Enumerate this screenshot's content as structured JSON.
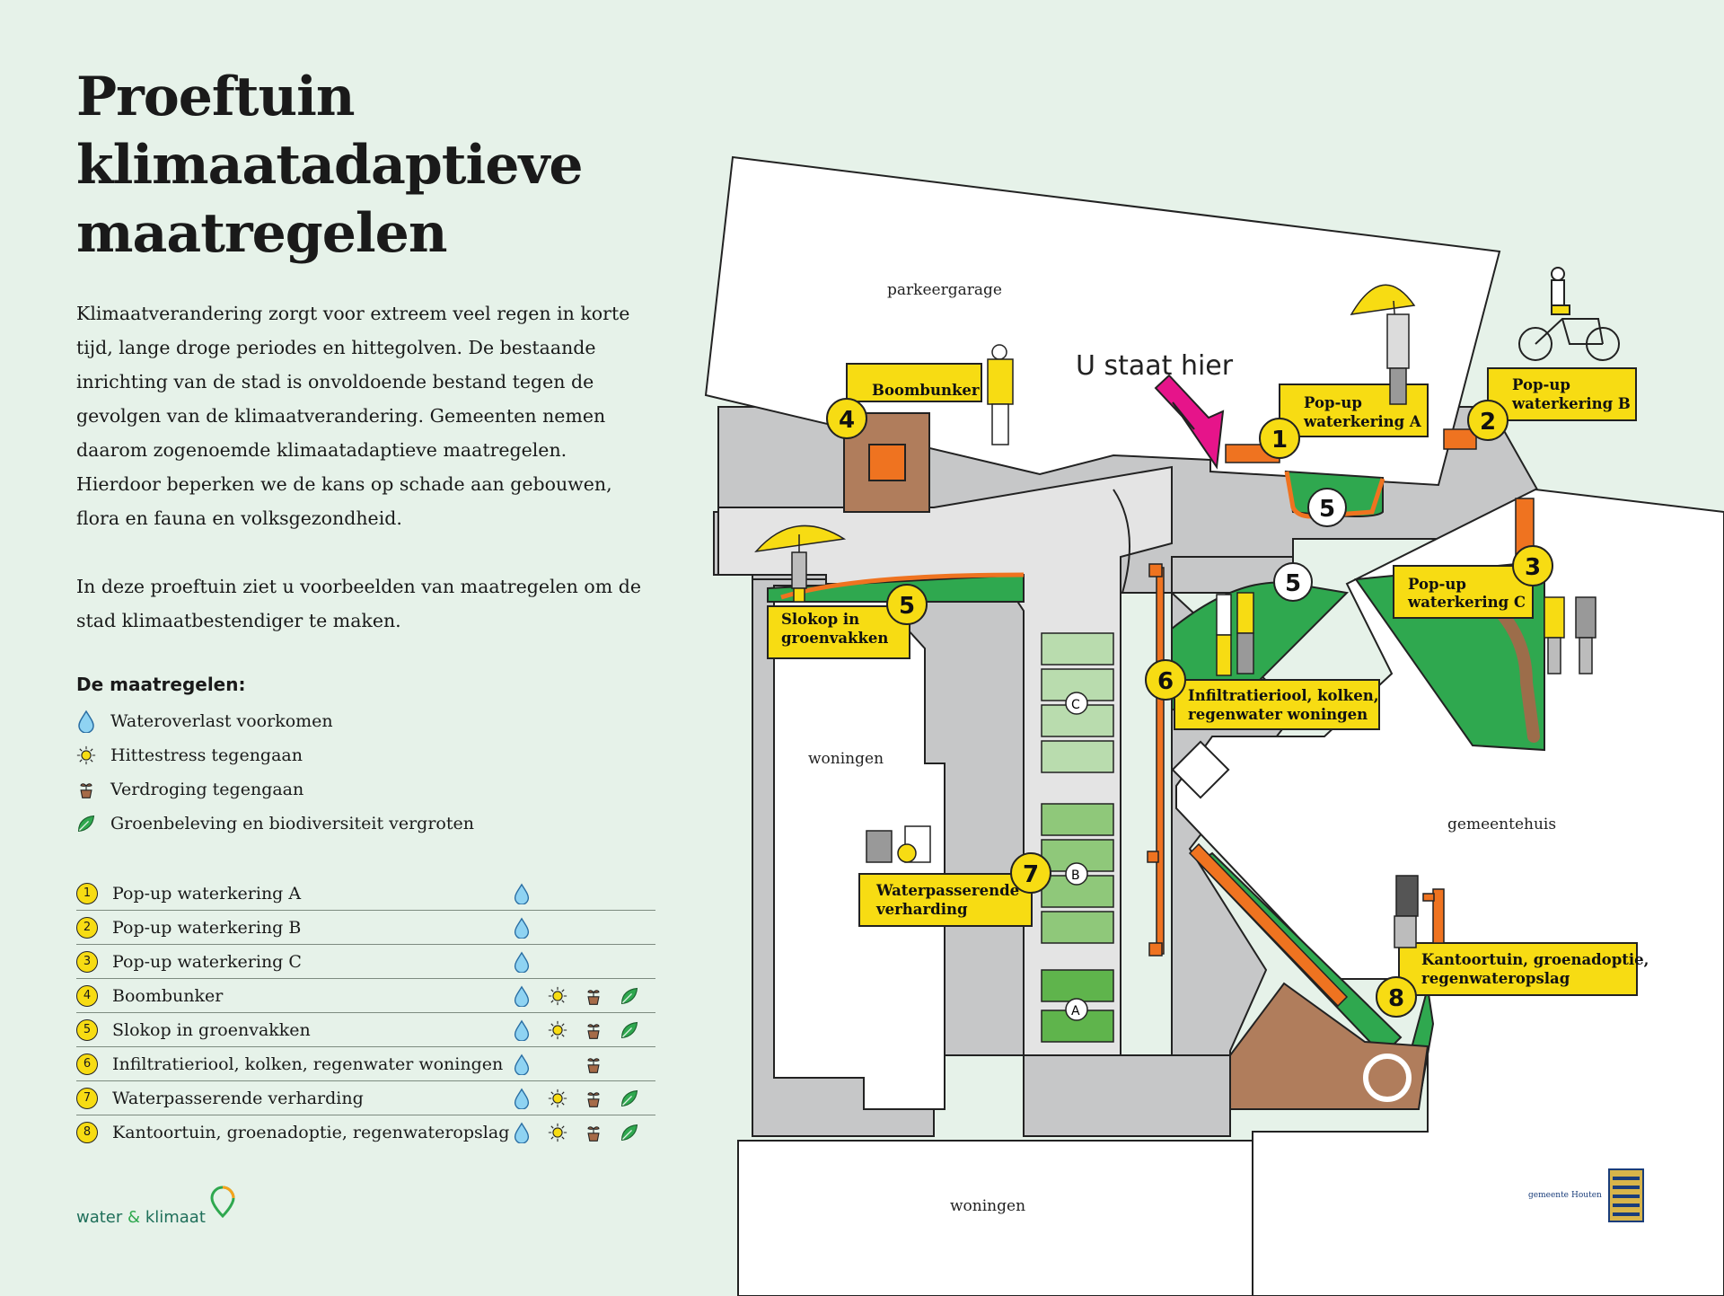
{
  "title_line1": "Proeftuin klimaatadaptieve",
  "title_line2": "maatregelen",
  "intro": [
    "Klimaatverandering zorgt voor extreem veel regen in korte tijd, lange droge periodes en hittegolven. De bestaande inrichting van de stad is onvoldoende bestand tegen de gevolgen van de klimaatverandering. Gemeenten nemen daarom zogenoemde klimaatadaptieve maatregelen. Hierdoor beperken we de kans op schade aan gebouwen, flora en fauna en volksgezondheid.",
    "In deze proeftuin ziet u voorbeelden van maatregelen om de stad klimaatbestendiger te maken."
  ],
  "legend_title": "De maatregelen:",
  "categories": [
    {
      "icon": "water-drop-icon",
      "label": "Wateroverlast voorkomen"
    },
    {
      "icon": "sun-icon",
      "label": "Hittestress tegengaan"
    },
    {
      "icon": "plant-pot-icon",
      "label": "Verdroging tegengaan"
    },
    {
      "icon": "leaf-icon",
      "label": "Groenbeleving en biodiversiteit vergroten"
    }
  ],
  "measures": [
    {
      "num": "1",
      "label": "Pop-up waterkering A",
      "water": true,
      "heat": false,
      "drought": false,
      "green": false
    },
    {
      "num": "2",
      "label": "Pop-up waterkering B",
      "water": true,
      "heat": false,
      "drought": false,
      "green": false
    },
    {
      "num": "3",
      "label": "Pop-up waterkering C",
      "water": true,
      "heat": false,
      "drought": false,
      "green": false
    },
    {
      "num": "4",
      "label": "Boombunker",
      "water": true,
      "heat": true,
      "drought": true,
      "green": true
    },
    {
      "num": "5",
      "label": "Slokop in groenvakken",
      "water": true,
      "heat": true,
      "drought": true,
      "green": true
    },
    {
      "num": "6",
      "label": "Infiltratieriool, kolken, regenwater woningen",
      "water": true,
      "heat": false,
      "drought": true,
      "green": false
    },
    {
      "num": "7",
      "label": "Waterpasserende verharding",
      "water": true,
      "heat": true,
      "drought": true,
      "green": true
    },
    {
      "num": "8",
      "label": "Kantoortuin, groenadoptie, regenwateropslag",
      "water": true,
      "heat": true,
      "drought": true,
      "green": true
    }
  ],
  "map": {
    "you_are_here": "U staat hier",
    "labels": {
      "parkeergarage": "parkeergarage",
      "woningen_left": "woningen",
      "woningen_bottom": "woningen",
      "gemeentehuis": "gemeentehuis"
    },
    "boxes": {
      "b1": [
        "Pop-up",
        "waterkering A"
      ],
      "b2": [
        "Pop-up",
        "waterkering B"
      ],
      "b3": [
        "Pop-up",
        "waterkering C"
      ],
      "b4": [
        "Boombunker"
      ],
      "b5": [
        "Slokop in",
        "groenvakken"
      ],
      "b6": [
        "Infiltratieriool, kolken,",
        "regenwater woningen"
      ],
      "b7": [
        "Waterpasserende",
        "verharding"
      ],
      "b8": [
        "Kantoortuin, groenadoptie,",
        "regenwateropslag"
      ]
    },
    "numbers": {
      "n1": "1",
      "n2": "2",
      "n3": "3",
      "n4": "4",
      "n5": "5",
      "n5b": "5",
      "n5c": "5",
      "n6": "6",
      "n7": "7",
      "n8": "8"
    },
    "section_markers": {
      "a": "A",
      "b": "B",
      "c": "C"
    }
  },
  "footer": {
    "water": "water",
    "amp": "&",
    "klimaat": "klimaat"
  },
  "municipality": {
    "prefix": "gemeente",
    "name": "Houten"
  },
  "colors": {
    "yellow": "#f7dc13",
    "green": "#2fa84f",
    "gray": "#c6c7c8",
    "brown": "#b07d5c",
    "orange": "#ef7320",
    "magenta": "#e6148a",
    "background": "#e6f2e9"
  }
}
